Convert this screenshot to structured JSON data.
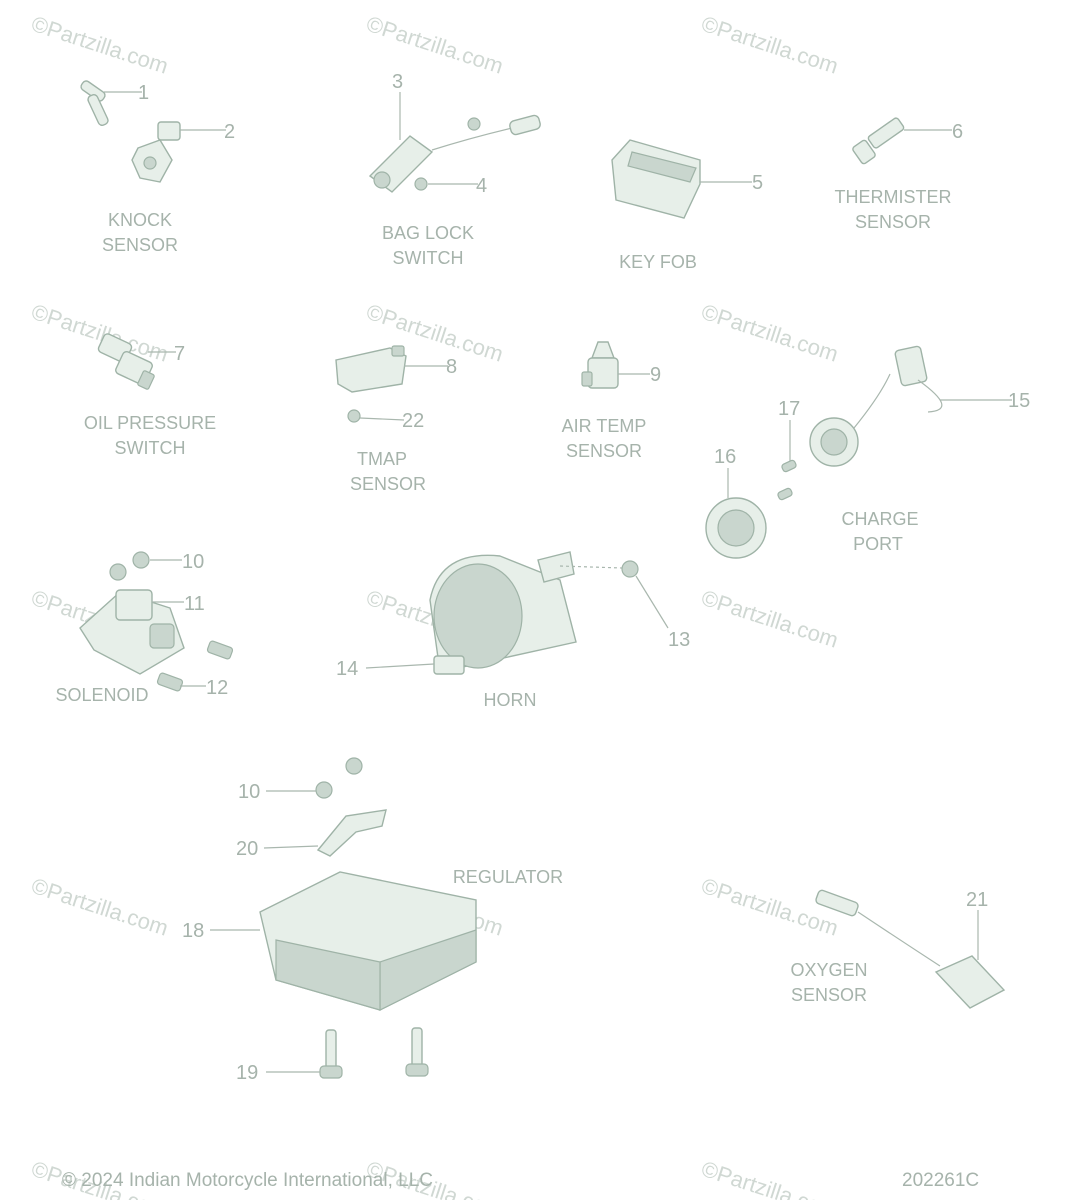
{
  "colors": {
    "background": "#ffffff",
    "part_fill": "#e7efe9",
    "part_stroke": "#9fb3a7",
    "text": "#a6b3ab",
    "leader": "#a9b7ae",
    "watermark": "#d0d8d3"
  },
  "watermark": "©Partzilla.com",
  "labels": {
    "knock": [
      "KNOCK",
      "SENSOR"
    ],
    "bag_lock": [
      "BAG LOCK",
      "SWITCH"
    ],
    "key_fob": [
      "KEY FOB"
    ],
    "thermister": [
      "THERMISTER",
      "SENSOR"
    ],
    "oil_pressure": [
      "OIL PRESSURE",
      "SWITCH"
    ],
    "tmap": [
      "TMAP",
      "SENSOR"
    ],
    "air_temp": [
      "AIR TEMP",
      "SENSOR"
    ],
    "charge_port": [
      "CHARGE",
      "PORT"
    ],
    "solenoid": [
      "SOLENOID"
    ],
    "horn": [
      "HORN"
    ],
    "regulator": [
      "REGULATOR"
    ],
    "oxygen": [
      "OXYGEN",
      "SENSOR"
    ]
  },
  "callouts": {
    "n1": "1",
    "n2": "2",
    "n3": "3",
    "n4": "4",
    "n5": "5",
    "n6": "6",
    "n7": "7",
    "n8": "8",
    "n9": "9",
    "n10a": "10",
    "n10b": "10",
    "n11": "11",
    "n12": "12",
    "n13": "13",
    "n14": "14",
    "n15": "15",
    "n16": "16",
    "n17": "17",
    "n18": "18",
    "n19": "19",
    "n20": "20",
    "n21": "21",
    "n22": "22"
  },
  "footer": {
    "copyright": "© 2024 Indian Motorcycle International, LLC",
    "diagram_id": "202261C"
  }
}
